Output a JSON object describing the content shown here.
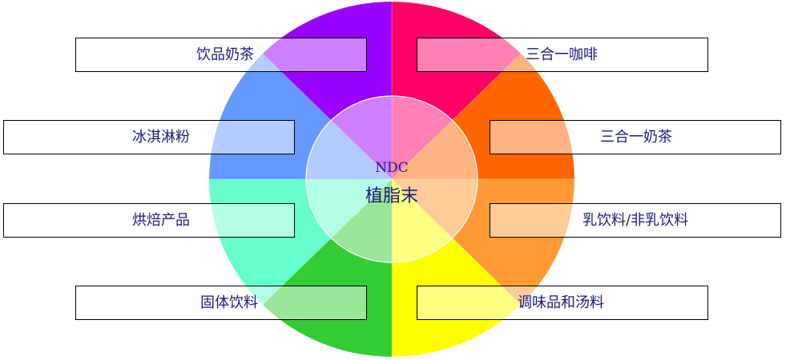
{
  "center": {
    "line1": "NDC",
    "line2": "植脂末"
  },
  "segments": [
    {
      "label": "三合一咖啡",
      "color": "#FF0066"
    },
    {
      "label": "三合一奶茶",
      "color": "#FF6600"
    },
    {
      "label": "乳饮料/非乳饮料",
      "color": "#FF9933"
    },
    {
      "label": "调味品和汤料",
      "color": "#FFFF00"
    },
    {
      "label": "固体饮料",
      "color": "#33CC33"
    },
    {
      "label": "烘焙产品",
      "color": "#66FFCC"
    },
    {
      "label": "冰淇淋粉",
      "color": "#6699FF"
    },
    {
      "label": "饮品奶茶",
      "color": "#9900FF"
    }
  ]
}
